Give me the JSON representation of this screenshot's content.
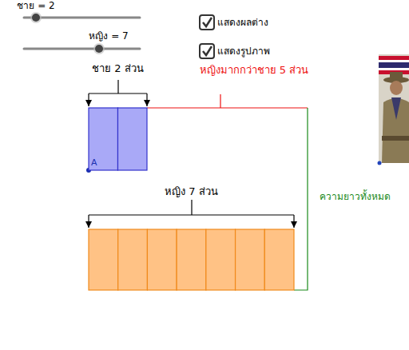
{
  "diagram": {
    "nodes": [
      {
        "text": [
          "ชาย 2 ส่วน"
        ]
      },
      {
        "text": [
          "หญิง 7 ส่วน"
        ]
      }
    ],
    "edges": [
      {
        "from": 0,
        "to": 1,
        "arrow": "none",
        "label": "หญิงมากกว่าชาย 5 ส่วน"
      }
    ],
    "labels": [
      "ชาย = 2",
      "หญิง = 7",
      "แสดงผลต่าง",
      "แสดงรูปภาพ",
      "A",
      "ความยาวทั้งหมด"
    ]
  }
}
